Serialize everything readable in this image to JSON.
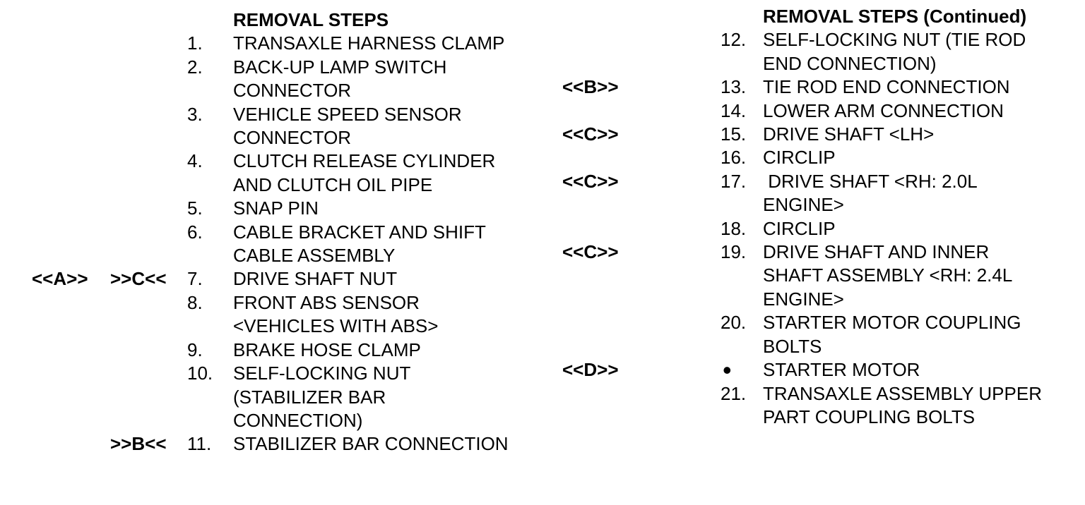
{
  "colors": {
    "background": "#ffffff",
    "text": "#000000"
  },
  "left_column": {
    "header": "REMOVAL STEPS",
    "items": [
      {
        "num": "1.",
        "lines": [
          "TRANSAXLE HARNESS CLAMP"
        ]
      },
      {
        "num": "2.",
        "lines": [
          "BACK-UP LAMP SWITCH",
          "CONNECTOR"
        ]
      },
      {
        "num": "3.",
        "lines": [
          "VEHICLE SPEED SENSOR",
          "CONNECTOR"
        ]
      },
      {
        "num": "4.",
        "lines": [
          "CLUTCH RELEASE CYLINDER",
          "AND CLUTCH OIL PIPE"
        ]
      },
      {
        "num": "5.",
        "lines": [
          "SNAP PIN"
        ]
      },
      {
        "num": "6.",
        "lines": [
          "CABLE BRACKET AND SHIFT",
          "CABLE ASSEMBLY"
        ]
      },
      {
        "num": "7.",
        "lines": [
          "DRIVE SHAFT NUT"
        ],
        "marker_outer": "<<A>>",
        "marker_inner": ">>C<<"
      },
      {
        "num": "8.",
        "lines": [
          "FRONT ABS SENSOR",
          "<VEHICLES WITH ABS>"
        ]
      },
      {
        "num": "9.",
        "lines": [
          "BRAKE HOSE CLAMP"
        ]
      },
      {
        "num": "10.",
        "lines": [
          "SELF-LOCKING NUT",
          "(STABILIZER BAR",
          "CONNECTION)"
        ]
      },
      {
        "num": "11.",
        "lines": [
          "STABILIZER BAR CONNECTION"
        ],
        "marker_inner": ">>B<<"
      }
    ]
  },
  "right_column": {
    "header": "REMOVAL STEPS (Continued)",
    "items": [
      {
        "num": "12.",
        "lines": [
          "SELF-LOCKING NUT (TIE ROD",
          "END CONNECTION)"
        ]
      },
      {
        "num": "13.",
        "lines": [
          "TIE ROD END CONNECTION"
        ],
        "marker": "<<B>>"
      },
      {
        "num": "14.",
        "lines": [
          "LOWER ARM CONNECTION"
        ]
      },
      {
        "num": "15.",
        "lines": [
          "DRIVE SHAFT <LH>"
        ],
        "marker": "<<C>>"
      },
      {
        "num": "16.",
        "lines": [
          "CIRCLIP"
        ]
      },
      {
        "num": "17.",
        "lines": [
          " DRIVE SHAFT <RH: 2.0L",
          "ENGINE>"
        ],
        "marker": "<<C>>"
      },
      {
        "num": "18.",
        "lines": [
          "CIRCLIP"
        ]
      },
      {
        "num": "19.",
        "lines": [
          "DRIVE SHAFT AND INNER",
          "SHAFT ASSEMBLY <RH: 2.4L",
          "ENGINE>"
        ],
        "marker": "<<C>>"
      },
      {
        "num": "20.",
        "lines": [
          "STARTER MOTOR COUPLING",
          "BOLTS"
        ]
      },
      {
        "num": "•",
        "bullet": true,
        "lines": [
          "STARTER MOTOR"
        ],
        "marker": "<<D>>"
      },
      {
        "num": "21.",
        "lines": [
          "TRANSAXLE ASSEMBLY UPPER",
          "PART COUPLING BOLTS"
        ]
      }
    ]
  }
}
